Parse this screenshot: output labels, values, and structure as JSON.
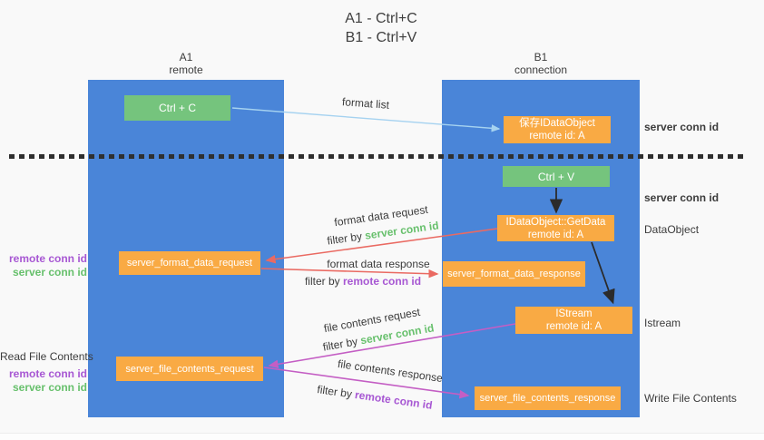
{
  "title": {
    "line1": "A1 - Ctrl+C",
    "line2": "B1 - Ctrl+V"
  },
  "lifelines": {
    "a1": {
      "name": "A1",
      "role": "remote"
    },
    "b1": {
      "name": "B1",
      "role": "connection"
    }
  },
  "nodes": {
    "ctrl_c": {
      "label": "Ctrl + C"
    },
    "ctrl_v": {
      "label": "Ctrl + V"
    },
    "save_idataobject": {
      "line1": "保存IDataObject",
      "line2": "remote id: A"
    },
    "getdata": {
      "line1": "IDataObject::GetData",
      "line2": "remote id: A"
    },
    "istream": {
      "line1": "IStream",
      "line2": "remote id: A"
    },
    "format_request": {
      "label": "server_format_data_request"
    },
    "format_response": {
      "label": "server_format_data_response"
    },
    "file_request": {
      "label": "server_file_contents_request"
    },
    "file_response": {
      "label": "server_file_contents_response"
    }
  },
  "flow_labels": {
    "format_list": "format list",
    "format_data_request": "format data request",
    "format_data_response": "format data response",
    "file_contents_request": "file contents request",
    "file_contents_response": "file contents response",
    "filter_by": "filter by",
    "server_conn_id": "server conn id",
    "remote_conn_id": "remote conn id"
  },
  "annotations": {
    "server_conn_id_right_top": "server conn id",
    "server_conn_id_right_mid": "server conn id",
    "dataobject": "DataObject",
    "istream": "Istream",
    "write_file_contents": "Write File Contents",
    "read_file_contents": "Read File Contents",
    "remote_conn_id_left_1": "remote conn id",
    "server_conn_id_left_1": "server conn id",
    "remote_conn_id_left_2": "remote conn id",
    "server_conn_id_left_2": "server conn id"
  },
  "colors": {
    "lifeline_blue": "#4a85d8",
    "action_green": "#75c47d",
    "message_orange": "#f9aa44",
    "format_list_arrow": "#a5d2f0",
    "request_arrow_red": "#ea6a62",
    "file_arrow_magenta": "#c45ec4",
    "green_text": "#67c06c",
    "purple_text": "#a757d3",
    "black_arrow": "#2b2b2b"
  }
}
